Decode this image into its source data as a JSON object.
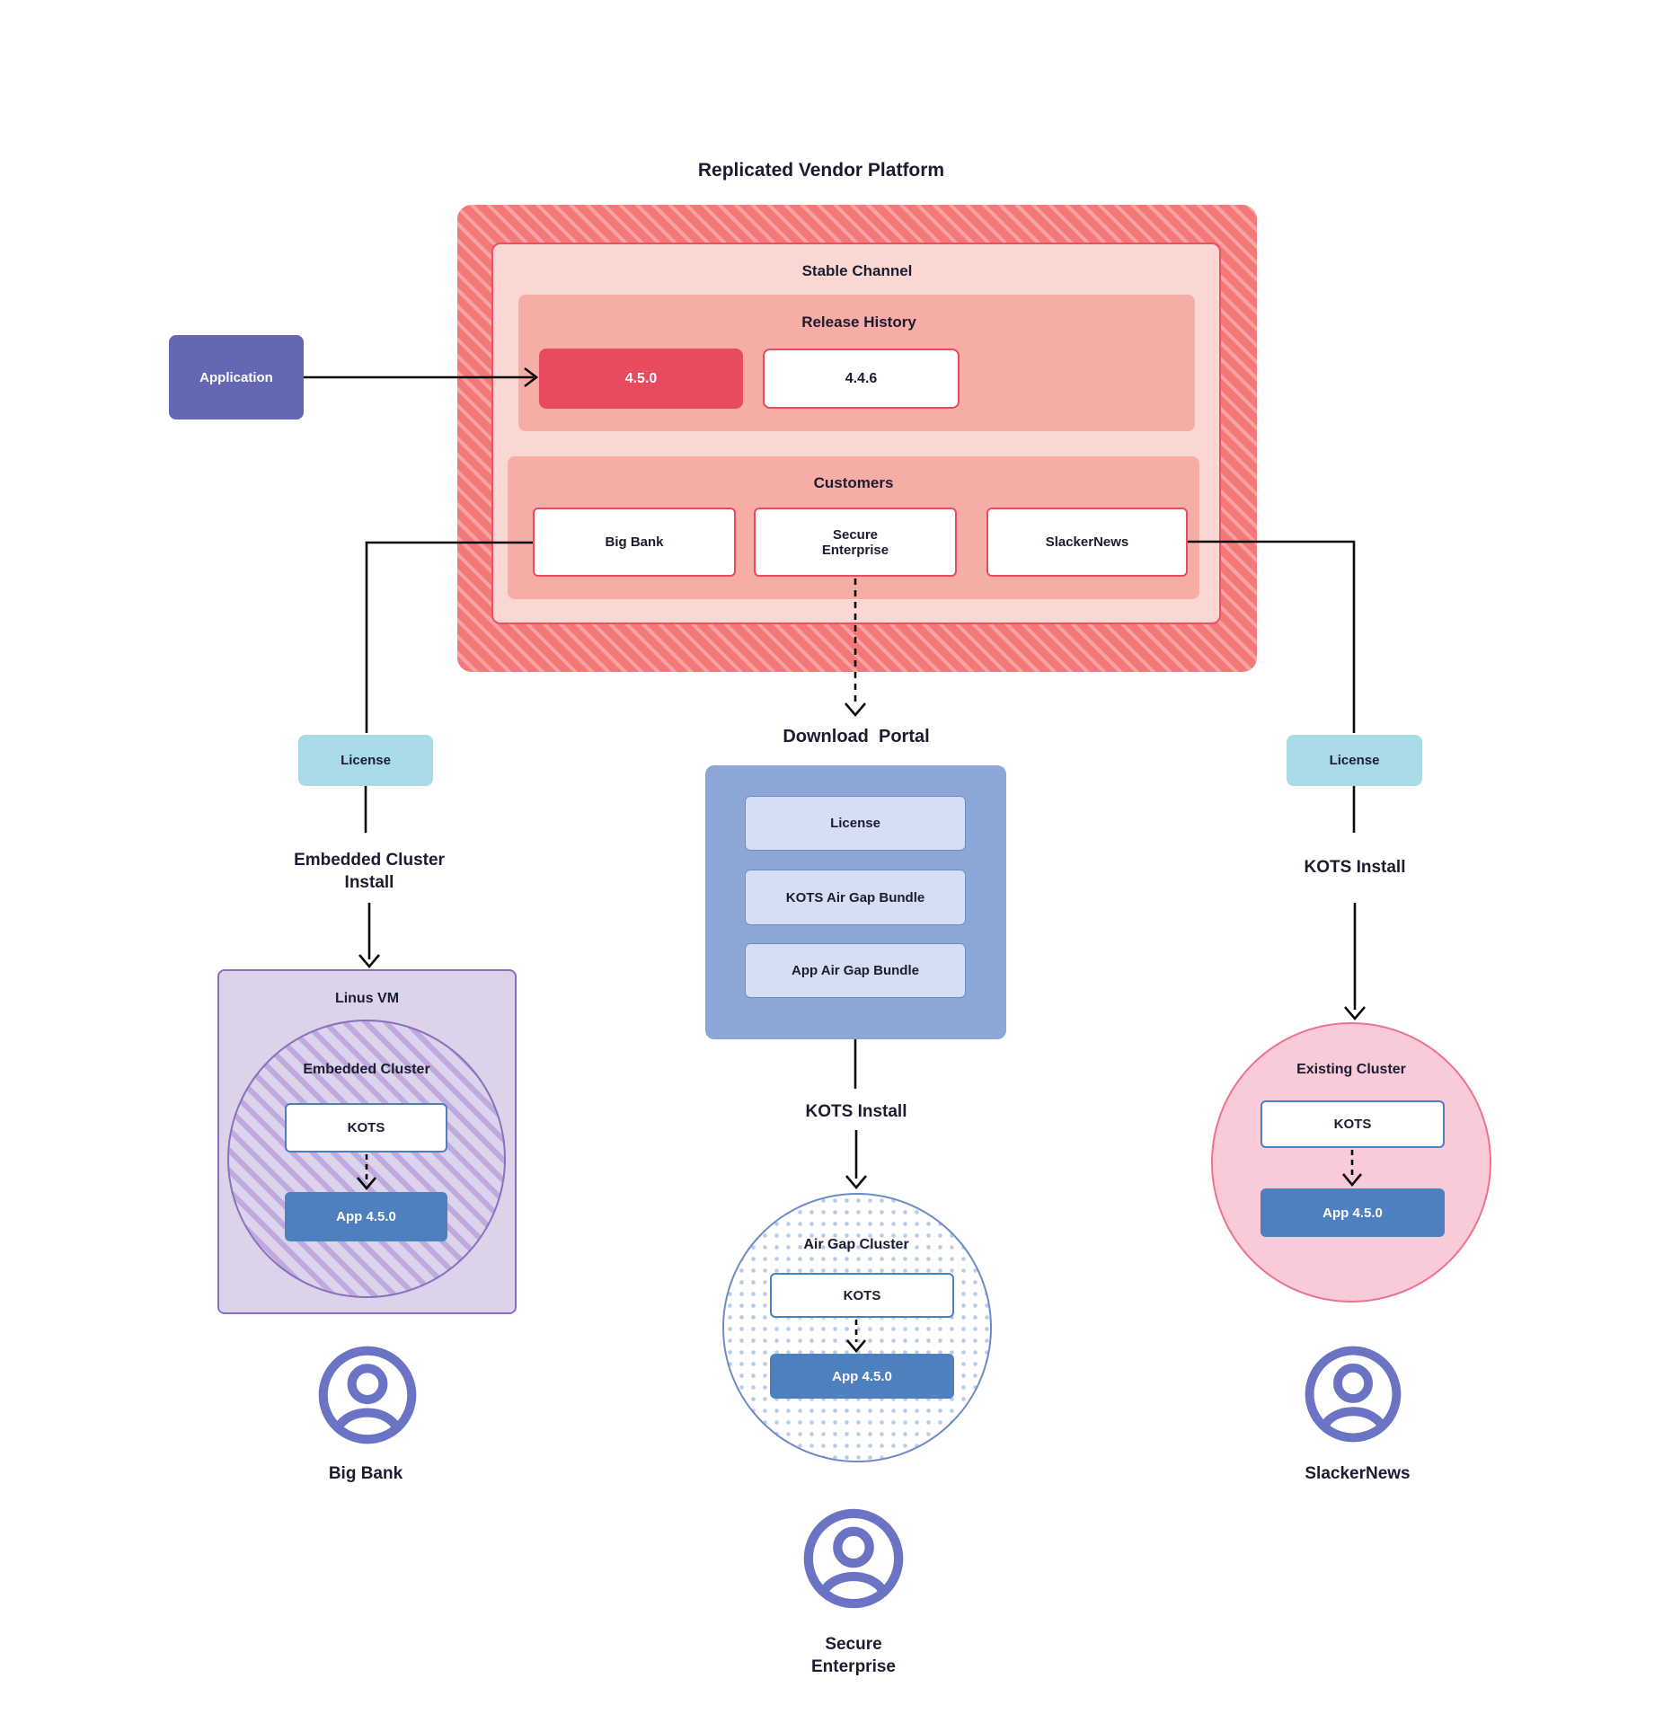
{
  "title": "Replicated Vendor Platform",
  "colors": {
    "platform_red": "#F47878",
    "stable_pink": "#FAD7D2",
    "stable_border": "#E85063",
    "salmon": "#F5ADA6",
    "release_red": "#E84A5F",
    "application_purple": "#6468B4",
    "license_teal": "#A8DBE6",
    "portal_blue": "#8CA6D5",
    "portal_item_blue": "#D5DEF2",
    "vm_purple": "#DCD3EB",
    "vm_border": "#8A6FBF",
    "app_blue": "#4E80BF",
    "kots_border": "#4D7FBE",
    "existing_pink": "#F9CBD8",
    "existing_border": "#F0708F",
    "airgap_border": "#6D8CC7",
    "person_indigo": "#6B74C4",
    "line_black": "#0a0a0a"
  },
  "application": {
    "label": "Application"
  },
  "platform": {
    "stable_channel_label": "Stable Channel",
    "release_history": {
      "label": "Release History",
      "releases": [
        {
          "version": "4.5.0",
          "current": true
        },
        {
          "version": "4.4.6",
          "current": false
        }
      ]
    },
    "customers": {
      "label": "Customers",
      "items": [
        {
          "name": "Big Bank"
        },
        {
          "name": "Secure\nEnterprise"
        },
        {
          "name": "SlackerNews"
        }
      ]
    }
  },
  "left_flow": {
    "license_label": "License",
    "install_label": "Embedded Cluster Install",
    "vm": {
      "label": "Linus VM",
      "cluster_label": "Embedded Cluster",
      "kots_label": "KOTS",
      "app_label": "App 4.5.0"
    },
    "customer_name": "Big Bank"
  },
  "middle_flow": {
    "portal": {
      "title": "Download  Portal",
      "items": [
        {
          "label": "License"
        },
        {
          "label": "KOTS Air Gap Bundle"
        },
        {
          "label": "App Air Gap Bundle"
        }
      ]
    },
    "install_label": "KOTS Install",
    "cluster": {
      "label": "Air Gap Cluster",
      "kots_label": "KOTS",
      "app_label": "App 4.5.0"
    },
    "customer_name": "Secure\nEnterprise"
  },
  "right_flow": {
    "license_label": "License",
    "install_label": "KOTS Install",
    "cluster": {
      "label": "Existing Cluster",
      "kots_label": "KOTS",
      "app_label": "App 4.5.0"
    },
    "customer_name": "SlackerNews"
  }
}
